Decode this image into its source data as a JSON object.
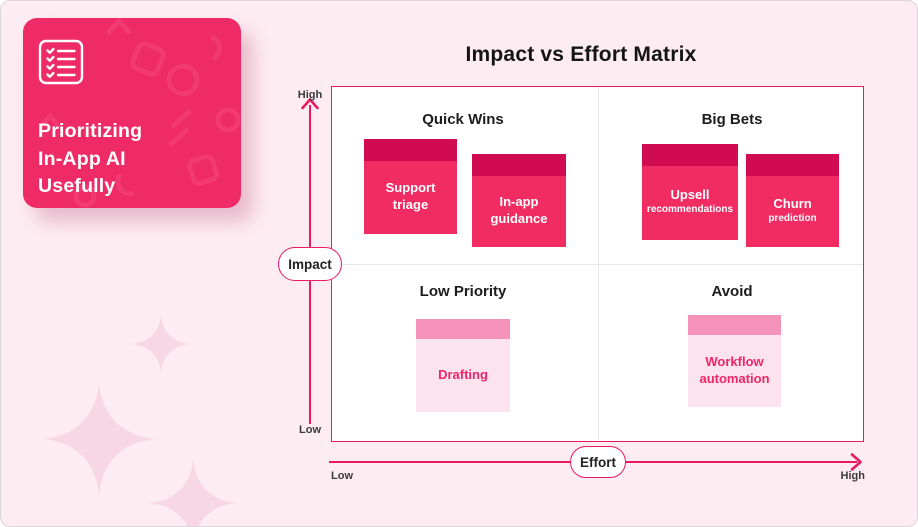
{
  "sidebar_card": {
    "title_lines": [
      "Prioritizing",
      "In-App AI",
      "Usefully"
    ],
    "icon": "checklist-icon",
    "bg_color": "#ee2a67"
  },
  "matrix": {
    "title": "Impact vs Effort Matrix",
    "quadrants": [
      {
        "id": "quick-wins",
        "label": "Quick Wins"
      },
      {
        "id": "big-bets",
        "label": "Big Bets"
      },
      {
        "id": "low-priority",
        "label": "Low Priority"
      },
      {
        "id": "avoid",
        "label": "Avoid"
      }
    ],
    "notes": [
      {
        "id": "support-triage",
        "quadrant": "quick-wins",
        "title": "Support triage",
        "subtitle": "",
        "style": "solid"
      },
      {
        "id": "in-app-guidance",
        "quadrant": "quick-wins",
        "title": "In-app guidance",
        "subtitle": "",
        "style": "solid"
      },
      {
        "id": "upsell-recommendations",
        "quadrant": "big-bets",
        "title": "Upsell",
        "subtitle": "recommendations",
        "style": "solid"
      },
      {
        "id": "churn-prediction",
        "quadrant": "big-bets",
        "title": "Churn",
        "subtitle": "prediction",
        "style": "solid"
      },
      {
        "id": "drafting",
        "quadrant": "low-priority",
        "title": "Drafting",
        "subtitle": "",
        "style": "light"
      },
      {
        "id": "workflow-automation",
        "quadrant": "avoid",
        "title": "Workflow automation",
        "subtitle": "",
        "style": "light"
      }
    ]
  },
  "axes": {
    "impact": {
      "label": "Impact",
      "high": "High",
      "low": "Low"
    },
    "effort": {
      "label": "Effort",
      "low": "Low",
      "high": "High"
    }
  },
  "colors": {
    "page_bg": "#fdecf2",
    "accent_pink": "#ee2a67",
    "axis_pink": "#eb1a5f",
    "note_solid_body": "#f12c62",
    "note_solid_strip": "#d00b52",
    "note_light_body": "#fce3ed",
    "note_light_strip": "#f492b9",
    "sparkle": "#f8d3e1"
  }
}
